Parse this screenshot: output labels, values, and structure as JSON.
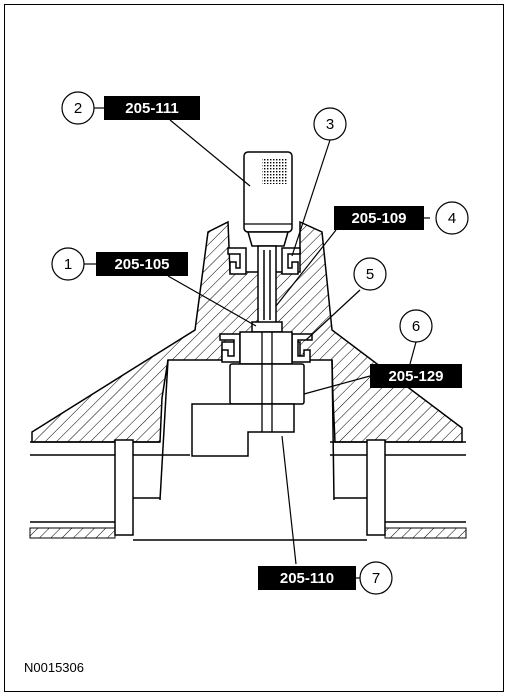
{
  "diagram": {
    "figure_id": "N0015306",
    "callouts": [
      {
        "number": "1",
        "tool": "205-105"
      },
      {
        "number": "2",
        "tool": "205-111"
      },
      {
        "number": "3",
        "tool": ""
      },
      {
        "number": "4",
        "tool": "205-109"
      },
      {
        "number": "5",
        "tool": ""
      },
      {
        "number": "6",
        "tool": "205-129"
      },
      {
        "number": "7",
        "tool": "205-110"
      }
    ]
  }
}
